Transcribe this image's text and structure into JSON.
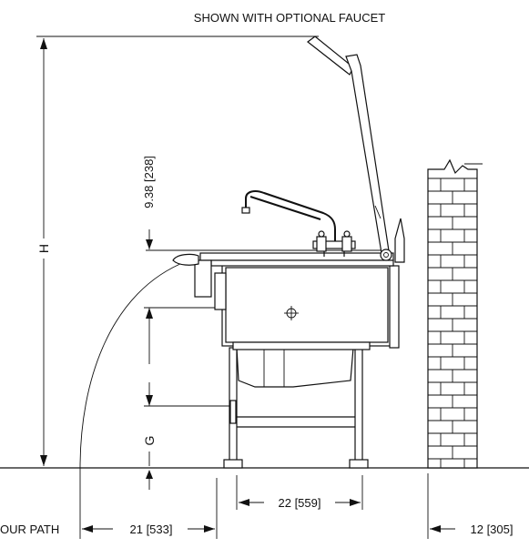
{
  "caption": "SHOWN WITH OPTIONAL FAUCET",
  "dimensions": {
    "height_label": "H",
    "faucet_height": "9.38 [238]",
    "clearance_label": "G",
    "leg_span": "22 [559]",
    "pour_path": "21 [533]",
    "wall_clearance": "12 [305]",
    "pour_path_caption": "OUR PATH"
  }
}
